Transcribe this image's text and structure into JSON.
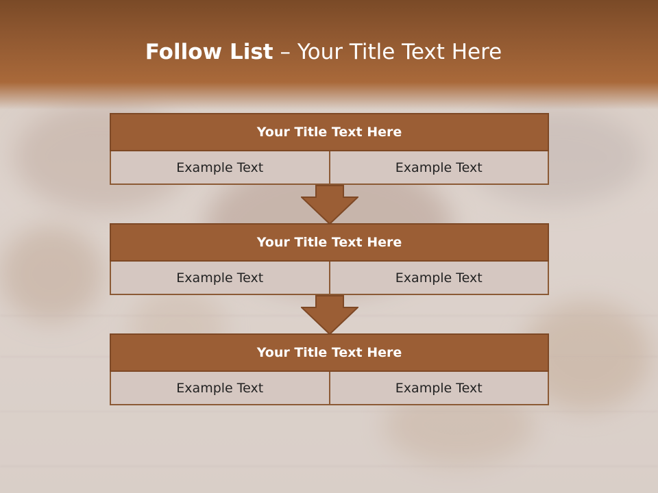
{
  "slide": {
    "title_bold": "Follow List",
    "title_rest": " – Your Title Text Here"
  },
  "blocks": [
    {
      "title": "Your Title Text Here",
      "left": "Example Text",
      "right": "Example Text"
    },
    {
      "title": "Your Title Text Here",
      "left": "Example Text",
      "right": "Example Text"
    },
    {
      "title": "Your Title Text Here",
      "left": "Example Text",
      "right": "Example Text"
    }
  ],
  "colors": {
    "header": "#8e5730",
    "block_title": "#9b5e35",
    "cell": "#d5c7c1",
    "border": "#7d4825"
  },
  "icons": [
    "down-arrow-icon"
  ]
}
